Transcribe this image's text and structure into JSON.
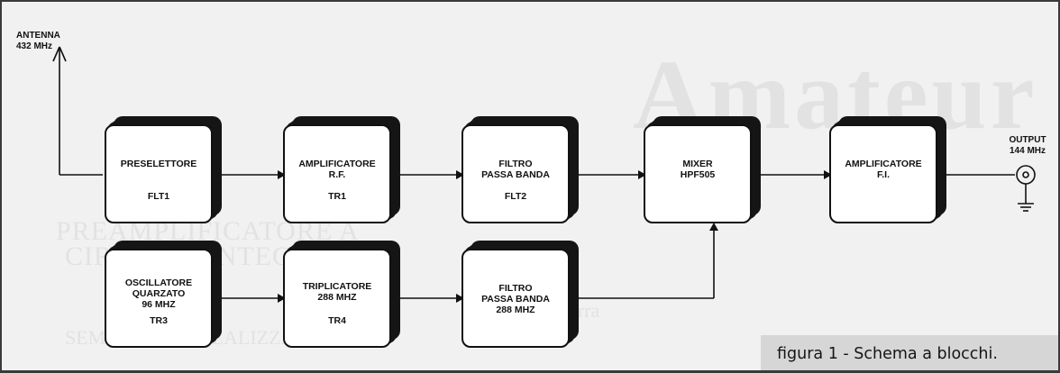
{
  "antenna": {
    "label": "ANTENNA",
    "freq": "432 MHz"
  },
  "output": {
    "label": "OUTPUT",
    "freq": "144 MHz"
  },
  "blocks": {
    "preselettore": {
      "l1": "PRESELETTORE",
      "ref": "FLT1"
    },
    "amp_rf": {
      "l1": "AMPLIFICATORE",
      "l2": "R.F.",
      "ref": "TR1"
    },
    "filtro1": {
      "l1": "FILTRO",
      "l2": "PASSA BANDA",
      "ref": "FLT2"
    },
    "mixer": {
      "l1": "MIXER",
      "l2": "HPF505"
    },
    "amp_fi": {
      "l1": "AMPLIFICATORE",
      "l2": "F.I."
    },
    "oscillatore": {
      "l1": "OSCILLATORE",
      "l2": "QUARZATO",
      "l3": "96 MHz",
      "ref": "TR3"
    },
    "triplicatore": {
      "l1": "TRIPLICATORE",
      "l2": "288 MHz",
      "ref": "TR4"
    },
    "filtro2": {
      "l1": "FILTRO",
      "l2": "PASSA BANDA",
      "l3": "288 MHz"
    }
  },
  "caption": "figura 1 - Schema a blocchi.",
  "colors": {
    "background": "#f1f1f1",
    "block": "#ffffff",
    "shadow": "#151515",
    "caption_bg": "#d6d6d6"
  }
}
